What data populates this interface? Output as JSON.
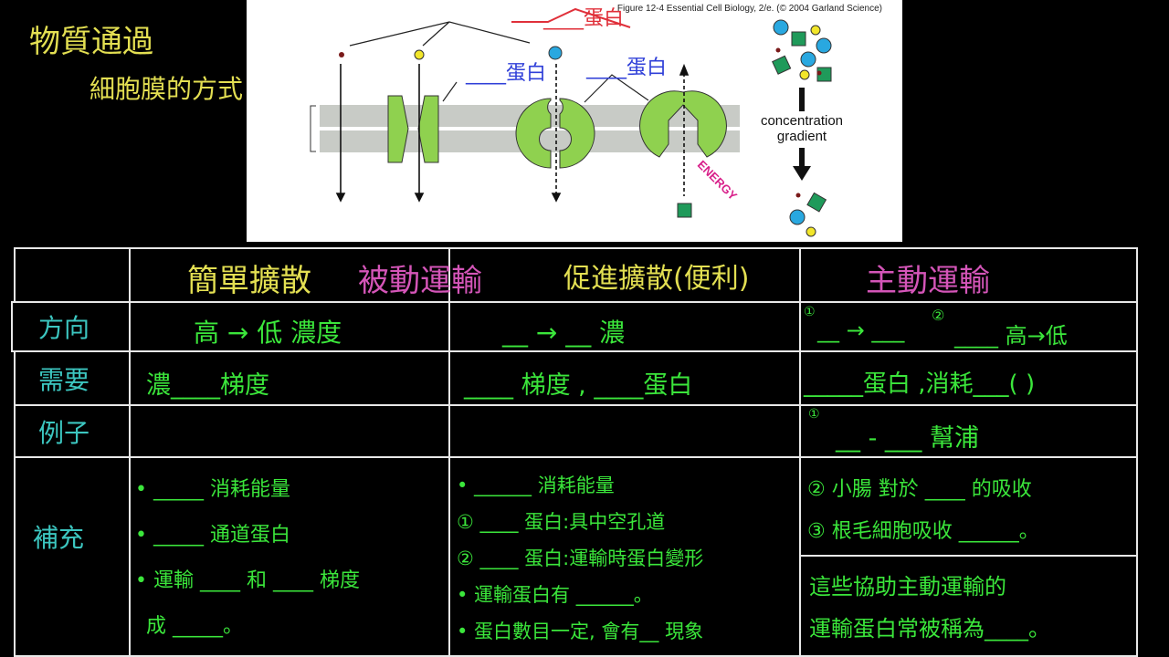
{
  "board_title": {
    "line1": "物質通過",
    "line2": "細胞膜的方式"
  },
  "figure": {
    "caption": "Figure 12-4  Essential Cell Biology, 2/e. (© 2004 Garland Science)",
    "gradient_label": "concentration gradient",
    "energy_label": "ENERGY",
    "annotations": {
      "red": "____蛋白",
      "blue_left": "____蛋白",
      "blue_right": "____蛋白"
    },
    "colors": {
      "protein": "#8fd14f",
      "membrane": "#c8cbc6",
      "particle_blue": "#29a8e0",
      "particle_yellow": "#f2e62a",
      "particle_green": "#1f9a5a"
    }
  },
  "table": {
    "headers": {
      "col1_a": "簡單擴散",
      "passive": "被動運輸",
      "col2": "促進擴散(便利)",
      "col3": "主動運輸"
    },
    "rows": {
      "direction": {
        "label": "方向",
        "c1": "高 → 低 濃度",
        "c2": "__ → __ 濃",
        "c3_1": "①",
        "c3": "__ → ___",
        "c3_2": "②",
        "c3b": "____ 高→低"
      },
      "need": {
        "label": "需要",
        "c1": "濃____梯度",
        "c2": "____ 梯度 , ____蛋白",
        "c3": "_____蛋白 ,消耗___(  )"
      },
      "example": {
        "label": "例子",
        "c1": "",
        "c2": "",
        "c3_1": "①",
        "c3": "__ - ___ 幫浦"
      },
      "notes": {
        "label": "補充",
        "c1": [
          "• _____ 消耗能量",
          "• _____ 通道蛋白",
          "• 運輸 ____ 和 ____ 梯度",
          "成 _____。"
        ],
        "c2": [
          "• ______ 消耗能量",
          "① ____ 蛋白:具中空孔道",
          "② ____ 蛋白:運輸時蛋白變形",
          "• 運輸蛋白有 ______。",
          "• 蛋白數目一定, 會有__ 現象"
        ],
        "c3": [
          "② 小腸 對於 ____ 的吸收",
          "③ 根毛細胞吸收 ______。"
        ],
        "c3_box": [
          "這些協助主動運輸的",
          "運輸蛋白常被稱為____。"
        ]
      }
    }
  }
}
